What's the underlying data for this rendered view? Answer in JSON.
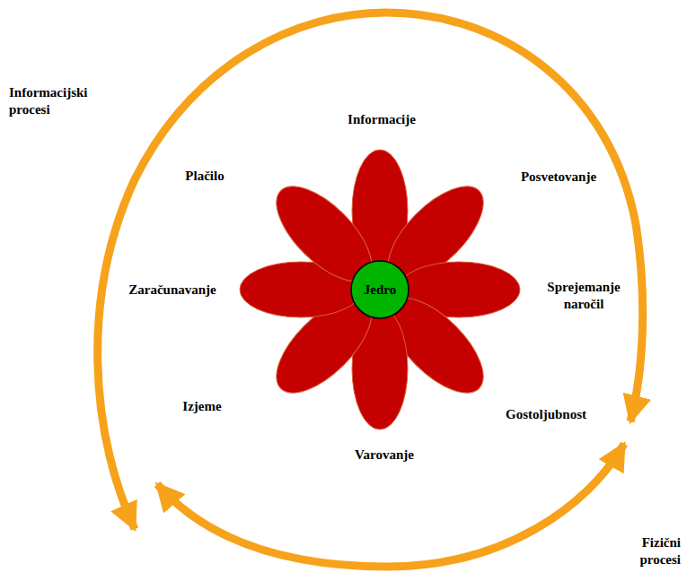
{
  "diagram": {
    "nodes": [
      {
        "text": [
          "Jedro"
        ]
      }
    ],
    "labels": [
      "Informacijski procesi",
      "Informacije",
      "Plačilo",
      "Posvetovanje",
      "Zaračunavanje",
      "Sprejemanje naročil",
      "Izjeme",
      "Gostoljubnost",
      "Varovanje",
      "Fizični procesi"
    ]
  }
}
